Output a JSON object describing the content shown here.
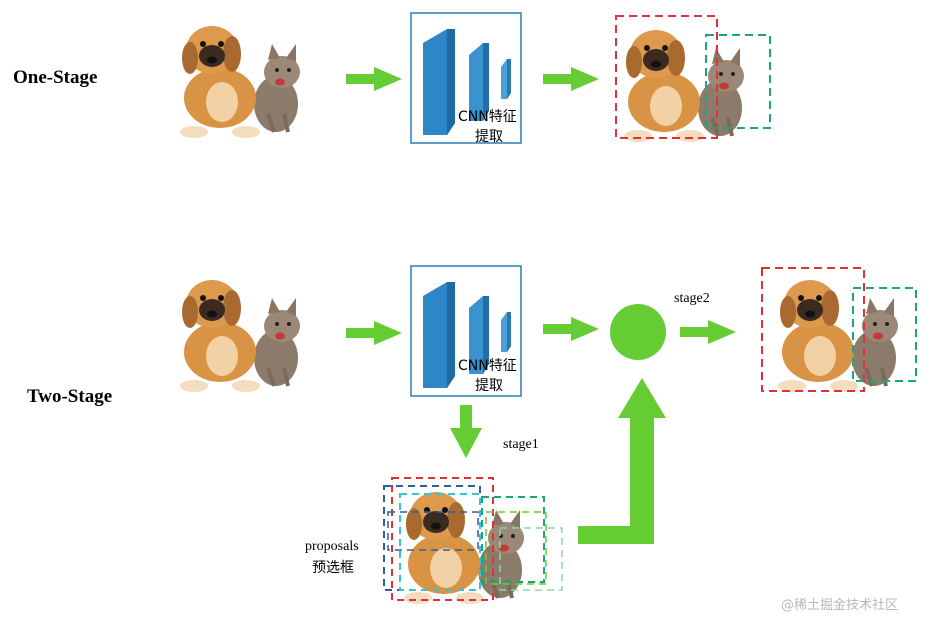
{
  "labels": {
    "one_stage": "One-Stage",
    "two_stage": "Two-Stage",
    "cnn_line1": "CNN特征",
    "cnn_line2": "提取",
    "stage1": "stage1",
    "stage2": "stage2",
    "proposals_en": "proposals",
    "proposals_cn": "预选框",
    "watermark": "@稀土掘金技术社区"
  },
  "colors": {
    "arrow": "#66cc33",
    "box_red": "#e0303a",
    "box_green": "#1aa57a",
    "box_cyan": "#33c6d6",
    "box_blue": "#2f5f9e",
    "cnn_border": "#2a7fb8",
    "cnn_fill": "#2d86c8"
  },
  "icons": {
    "image": "dog-and-kitten-image",
    "network": "cnn-network-icon",
    "fusion": "fusion-circle-icon",
    "arrow": "green-arrow-icon"
  }
}
